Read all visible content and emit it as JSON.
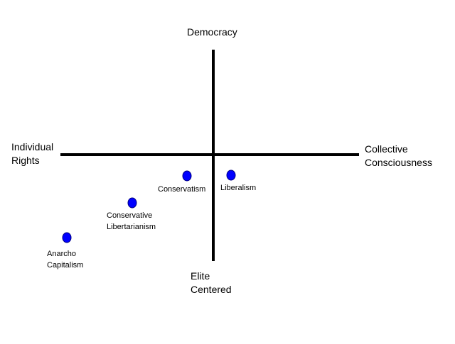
{
  "axes": {
    "top": "Democracy",
    "bottom": "Elite\nCentered",
    "left": "Individual\nRights",
    "right": "Collective\nConsciousness"
  },
  "points": [
    {
      "label": "Conservatism"
    },
    {
      "label": "Liberalism"
    },
    {
      "label": "Conservative\nLibertarianism"
    },
    {
      "label": "Anarcho\nCapitalism"
    }
  ],
  "colors": {
    "axis": "#000000",
    "point": "#0000ff",
    "point_outline": "#000080"
  }
}
